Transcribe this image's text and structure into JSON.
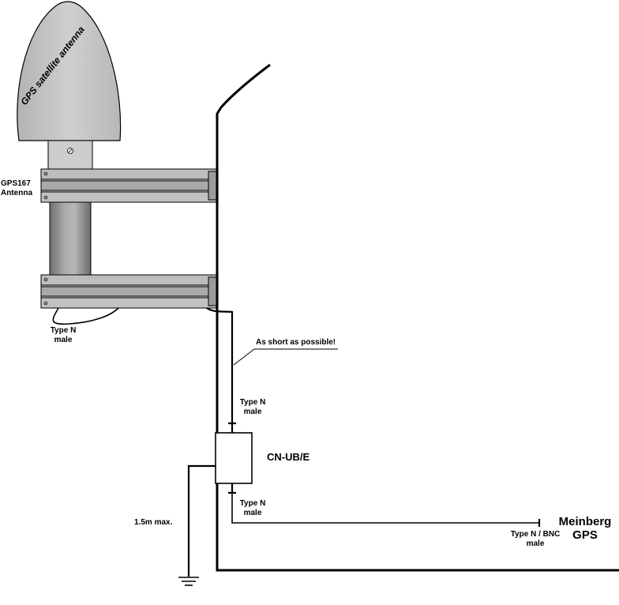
{
  "antenna": {
    "dome_text": "GPS satellite antenna",
    "model_line1": "GPS167",
    "model_line2": "Antenna"
  },
  "connectors": {
    "antenna_out_line1": "Type N",
    "antenna_out_line2": "male",
    "surge_in_line1": "Type N",
    "surge_in_line2": "male",
    "surge_out_line1": "Type N",
    "surge_out_line2": "male",
    "receiver_line1": "Type N / BNC",
    "receiver_line2": "male"
  },
  "notes": {
    "short_cable": "As short as possible!",
    "ground_length": "1.5m max."
  },
  "surge_protector": {
    "label": "CN-UB/E"
  },
  "receiver": {
    "line1": "Meinberg",
    "line2": "GPS"
  },
  "colors": {
    "dome": "#c4c4c4",
    "pole": "#8a8a8a",
    "clamp": "#b9b9b9",
    "line": "#000000"
  }
}
